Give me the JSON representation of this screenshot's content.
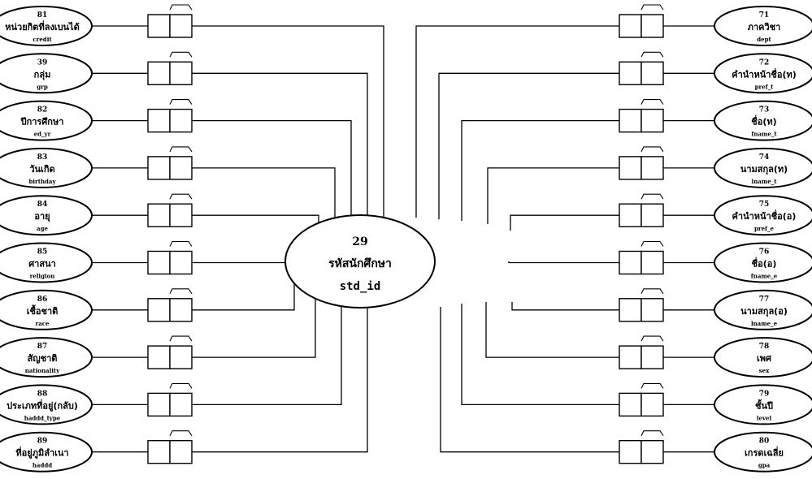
{
  "center_entity": {
    "number": "29",
    "label": "รหัสนักศึกษา",
    "code": "std_id"
  },
  "left_attributes": [
    {
      "number": "81",
      "label": "หน่วยกิตที่ลงเบนได้",
      "code": "credit"
    },
    {
      "number": "39",
      "label": "กลุ่ม",
      "code": "grp"
    },
    {
      "number": "82",
      "label": "ปีการศึกษา",
      "code": "ed_yr"
    },
    {
      "number": "83",
      "label": "วันเกิด",
      "code": "birthday"
    },
    {
      "number": "84",
      "label": "อายุ",
      "code": "age"
    },
    {
      "number": "85",
      "label": "ศาสนา",
      "code": "religion"
    },
    {
      "number": "86",
      "label": "เชื้อชาติ",
      "code": "race"
    },
    {
      "number": "87",
      "label": "สัญชาติ",
      "code": "nationality"
    },
    {
      "number": "88",
      "label": "ประเภทที่อยู่(กลับ)",
      "code": "haddd_type"
    },
    {
      "number": "89",
      "label": "ที่อยู่ภูมิลำเนา",
      "code": "haddd"
    }
  ],
  "right_attributes": [
    {
      "number": "71",
      "label": "ภาควิชา",
      "code": "dept"
    },
    {
      "number": "72",
      "label": "คำนำหน้าชื่อ(ท)",
      "code": "pref_t"
    },
    {
      "number": "73",
      "label": "ชื่อ(ท)",
      "code": "fname_t"
    },
    {
      "number": "74",
      "label": "นามสกุล(ท)",
      "code": "lname_t"
    },
    {
      "number": "75",
      "label": "คำนำหน้าชื่อ(อ)",
      "code": "pref_e"
    },
    {
      "number": "76",
      "label": "ชื่อ(อ)",
      "code": "fname_e"
    },
    {
      "number": "77",
      "label": "นามสกุล(อ)",
      "code": "lname_e"
    },
    {
      "number": "78",
      "label": "เพศ",
      "code": "sex"
    },
    {
      "number": "79",
      "label": "ชั้นปี",
      "code": "level"
    },
    {
      "number": "80",
      "label": "เกรดเฉลี่ย",
      "code": "gpa"
    }
  ]
}
